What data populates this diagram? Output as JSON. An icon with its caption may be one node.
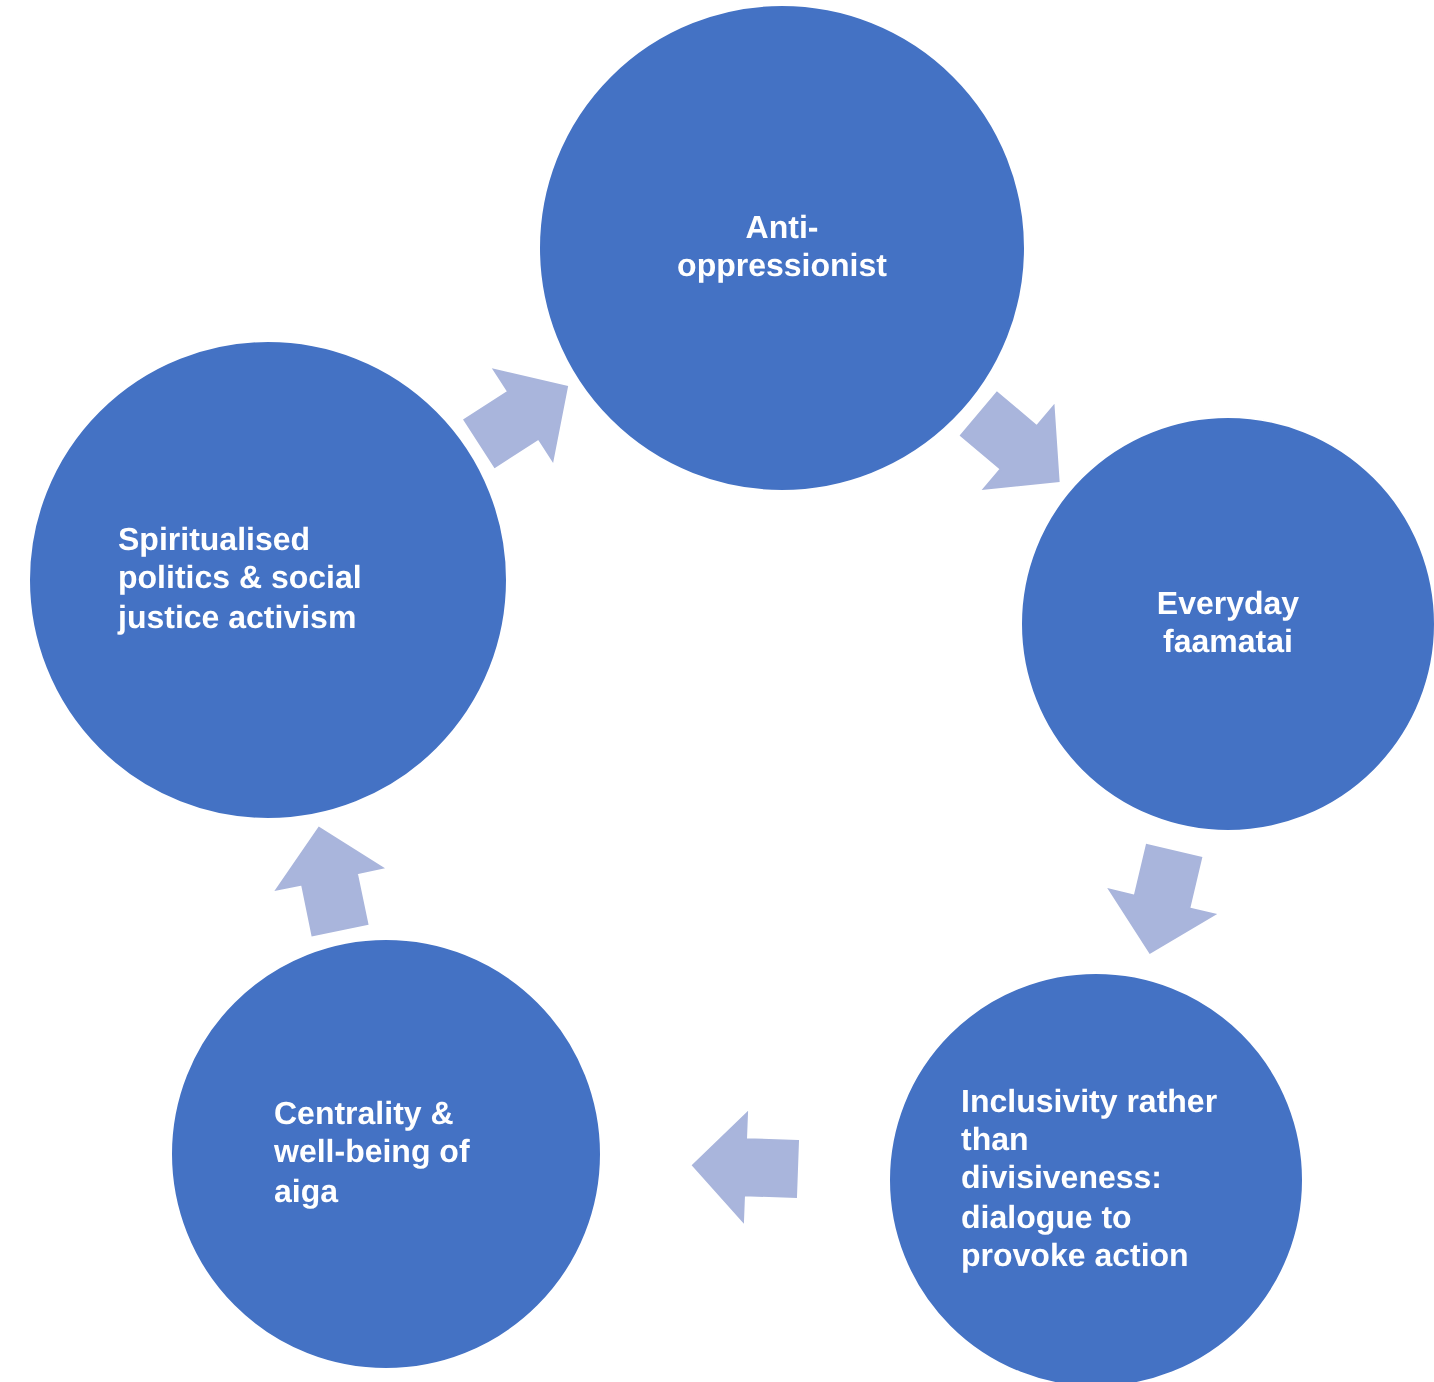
{
  "diagram": {
    "nodes": [
      {
        "text": [
          "Anti- oppressionist"
        ]
      },
      {
        "text": [
          "Everyday faamatai"
        ]
      },
      {
        "text": [
          "Inclusivity rather than divisiveness: dialogue to provoke action"
        ]
      },
      {
        "text": [
          "Centrality & well-being of aiga"
        ]
      },
      {
        "text": [
          "Spiritualised politics & social justice activism"
        ]
      }
    ],
    "edges": [
      {
        "from": 4,
        "to": 0,
        "arrow": "to"
      },
      {
        "from": 0,
        "to": 1,
        "arrow": "to"
      },
      {
        "from": 1,
        "to": 2,
        "arrow": "to"
      },
      {
        "from": 2,
        "to": 3,
        "arrow": "to"
      },
      {
        "from": 3,
        "to": 4,
        "arrow": "to"
      }
    ]
  }
}
